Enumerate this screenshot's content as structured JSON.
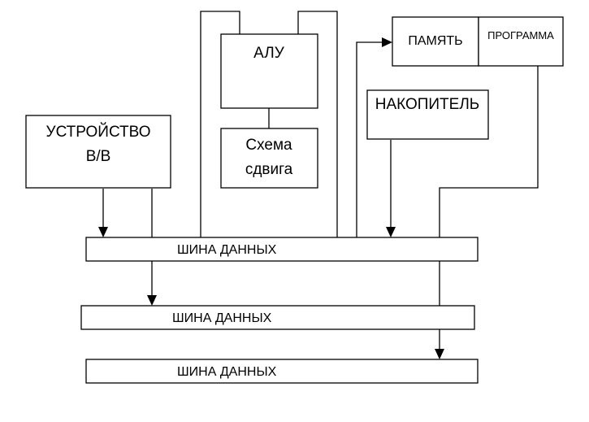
{
  "blocks": {
    "io_device": {
      "line1": "УСТРОЙСТВО",
      "line2": "В/В"
    },
    "alu": {
      "label": "АЛУ"
    },
    "shifter": {
      "line1": "Схема",
      "line2": "сдвига"
    },
    "memory": {
      "label": "ПАМЯТЬ"
    },
    "program": {
      "label": "ПРОГРАММА"
    },
    "storage": {
      "label": "НАКОПИТЕЛЬ"
    }
  },
  "buses": [
    {
      "label": "ШИНА ДАННЫХ"
    },
    {
      "label": "ШИНА ДАННЫХ"
    },
    {
      "label": "ШИНА ДАННЫХ"
    }
  ],
  "colors": {
    "stroke": "#000000",
    "background": "#ffffff"
  }
}
